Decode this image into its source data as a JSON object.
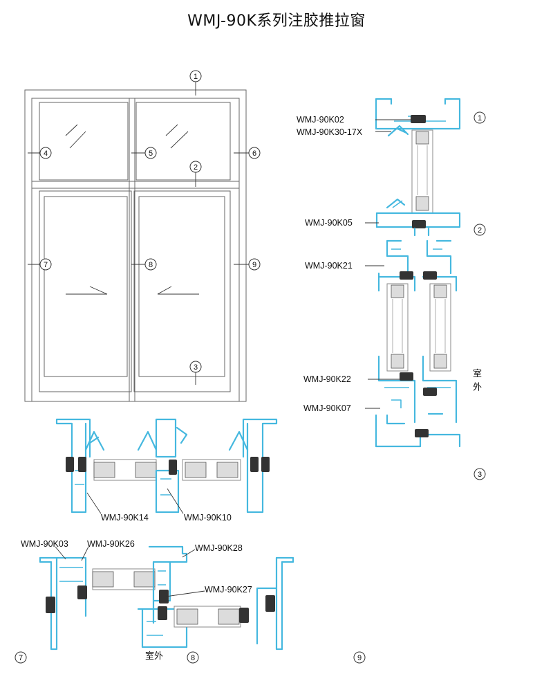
{
  "title": "WMJ-90K系列注胶推拉窗",
  "elevation": {
    "markers": [
      "1",
      "2",
      "3",
      "4",
      "5",
      "6",
      "7",
      "8",
      "9"
    ]
  },
  "vertical_section": {
    "labels": [
      "WMJ-90K02",
      "WMJ-90K30-17X",
      "WMJ-90K05",
      "WMJ-90K21",
      "WMJ-90K22",
      "WMJ-90K07"
    ],
    "markers": [
      "1",
      "2",
      "3"
    ],
    "outside": "室\n外"
  },
  "horizontal_section_a": {
    "labels": [
      "WMJ-90K14",
      "WMJ-90K10"
    ]
  },
  "horizontal_section_b": {
    "labels": [
      "WMJ-90K03",
      "WMJ-90K26",
      "WMJ-90K28",
      "WMJ-90K27"
    ],
    "markers": [
      "7",
      "8",
      "9"
    ],
    "outside": "室外"
  },
  "colors": {
    "profile": "#45b8df",
    "seal": "#333333",
    "line": "#333333"
  }
}
